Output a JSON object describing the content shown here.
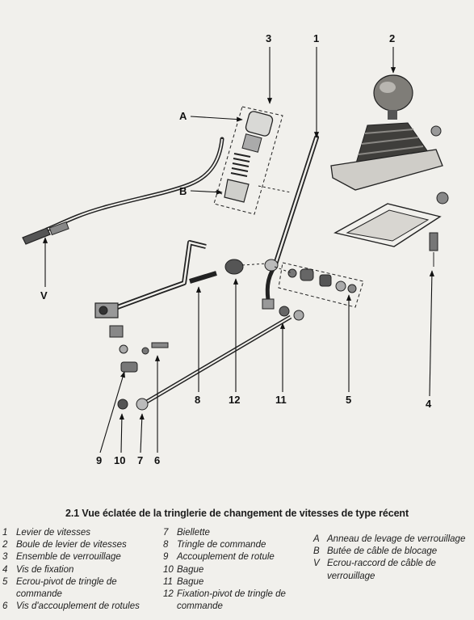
{
  "figure": {
    "callouts": {
      "n1": "1",
      "n2": "2",
      "n3": "3",
      "n4": "4",
      "n5": "5",
      "n6": "6",
      "n7": "7",
      "n8": "8",
      "n9": "9",
      "n10": "10",
      "n11": "11",
      "n12": "12",
      "A": "A",
      "B": "B",
      "V": "V"
    },
    "caption": "2.1 Vue éclatée de la tringlerie de changement de vitesses de type récent",
    "legend_col1": [
      {
        "key": "1",
        "text": "Levier de vitesses"
      },
      {
        "key": "2",
        "text": "Boule de levier de vitesses"
      },
      {
        "key": "3",
        "text": "Ensemble de verrouillage"
      },
      {
        "key": "4",
        "text": "Vis de fixation"
      },
      {
        "key": "5",
        "text": "Ecrou-pivot de tringle de commande"
      },
      {
        "key": "6",
        "text": "Vis d'accouplement de rotules"
      }
    ],
    "legend_col2": [
      {
        "key": "7",
        "text": "Biellette"
      },
      {
        "key": "8",
        "text": "Tringle de commande"
      },
      {
        "key": "9",
        "text": "Accouplement de rotule"
      },
      {
        "key": "10",
        "text": "Bague"
      },
      {
        "key": "11",
        "text": "Bague"
      },
      {
        "key": "12",
        "text": "Fixation-pivot de tringle de commande"
      }
    ],
    "legend_col3": [
      {
        "key": "A",
        "text": "Anneau de levage de verrouillage"
      },
      {
        "key": "B",
        "text": "Butée de câble de blocage"
      },
      {
        "key": "V",
        "text": "Ecrou-raccord de câble de verrouillage"
      }
    ]
  }
}
